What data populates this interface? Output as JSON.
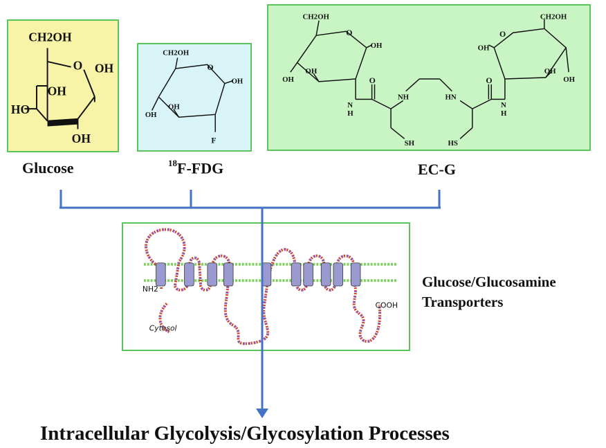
{
  "molecules": {
    "glucose": {
      "name": "Glucose",
      "atoms": {
        "ch2oh": "CH2OH",
        "ring_o": "O",
        "oh_right": "OH",
        "oh_inner": "OH",
        "ho_left": "HO",
        "oh_bottom": "OH"
      },
      "bg": "#f7f3a7"
    },
    "fdg": {
      "name_prefix": "18",
      "name": "F-FDG",
      "atoms": {
        "ch2oh": "CH2OH",
        "ring_o": "O",
        "oh_right": "OH",
        "oh_inner": "OH",
        "oh_left": "OH",
        "f": "F"
      },
      "bg": "#d9f4f7"
    },
    "ecg": {
      "name": "EC-G",
      "atoms": {
        "ch2oh_left": "CH2OH",
        "ch2oh_right": "CH2OH",
        "o_left": "O",
        "o_right": "O",
        "oh_left_a": "OH",
        "oh_left_b": "OH",
        "oh_left_c": "OH",
        "oh_right_a": "OH",
        "oh_right_b": "OH",
        "oh_right_c": "OH",
        "nh_left": "N",
        "h_left": "H",
        "nh_right": "N",
        "h_right": "H",
        "o_carbonyl_left": "O",
        "o_carbonyl_right": "O",
        "nh_ring_left": "NH",
        "hn_ring_right": "HN",
        "sh_left": "SH",
        "hs_right": "HS"
      },
      "bg": "#c9f5c4"
    }
  },
  "transporter": {
    "nh2": "NH2",
    "cooh": "COOH",
    "cytosol": "Cytosol",
    "label_line1": "Glucose/Glucosamine",
    "label_line2": "Transporters"
  },
  "process": {
    "label": "Intracellular Glycolysis/Glycosylation Processes"
  },
  "colors": {
    "panel_border": "#5cc45c",
    "connector": "#4472c4",
    "membrane": "#7ccf5a",
    "residue_red": "#d23a1f",
    "residue_purple": "#8a63c7"
  }
}
